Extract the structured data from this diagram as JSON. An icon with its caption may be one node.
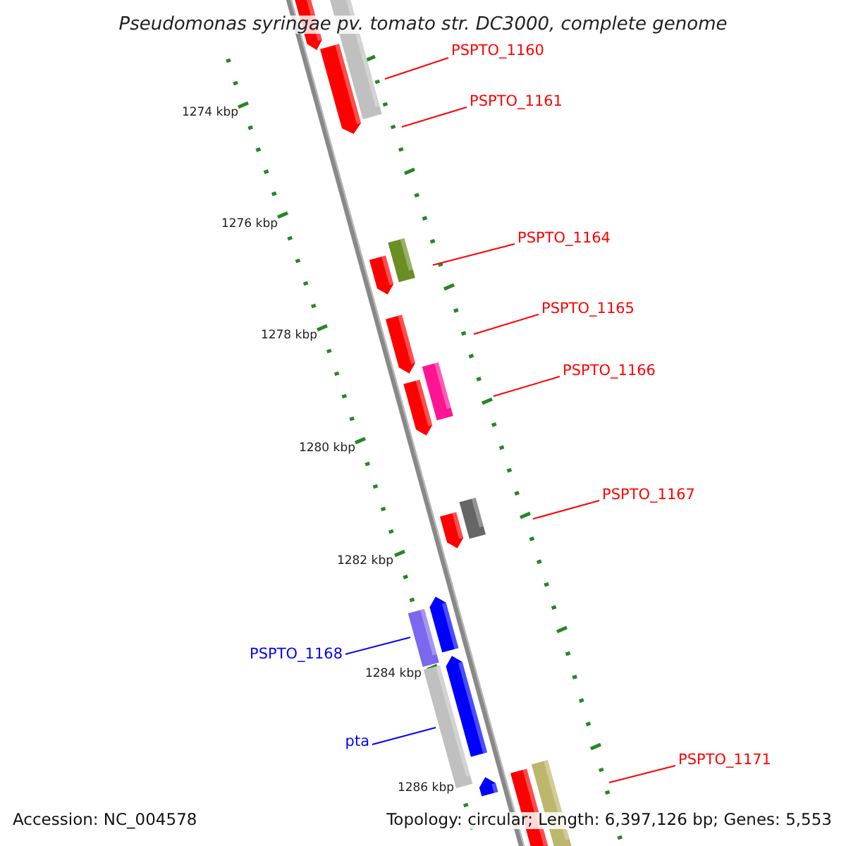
{
  "diagram": {
    "title": "Pseudomonas syringae pv. tomato str. DC3000, complete genome",
    "nodes": [
      {
        "text": [
          "PSPTO_1160"
        ]
      },
      {
        "text": [
          "PSPTO_1161"
        ]
      },
      {
        "text": [
          "PSPTO_1164"
        ]
      },
      {
        "text": [
          "PSPTO_1165"
        ]
      },
      {
        "text": [
          "PSPTO_1166"
        ]
      },
      {
        "text": [
          "PSPTO_1167"
        ]
      },
      {
        "text": [
          "PSPTO_1168"
        ]
      },
      {
        "text": [
          "pta"
        ]
      },
      {
        "text": [
          "PSPTO_1171"
        ]
      }
    ],
    "edges": [
      {
        "from": 0,
        "to": null,
        "arrow": "none"
      },
      {
        "from": 1,
        "to": null,
        "arrow": "none"
      },
      {
        "from": 2,
        "to": null,
        "arrow": "none"
      },
      {
        "from": 3,
        "to": null,
        "arrow": "none"
      },
      {
        "from": 4,
        "to": null,
        "arrow": "none"
      },
      {
        "from": 5,
        "to": null,
        "arrow": "none"
      },
      {
        "from": 6,
        "to": null,
        "arrow": "none",
        "color": "#0000ff"
      },
      {
        "from": 7,
        "to": null,
        "arrow": "none",
        "color": "#0000ff"
      },
      {
        "from": 8,
        "to": null,
        "arrow": "none"
      }
    ],
    "labels": [
      "1274 kbp",
      "1276 kbp",
      "1278 kbp",
      "1280 kbp",
      "1282 kbp",
      "1284 kbp",
      "1286 kbp",
      "Accession: NC_004578",
      "Topology: circular; Length: 6,397,126 bp; Genes: 5,553"
    ]
  }
}
